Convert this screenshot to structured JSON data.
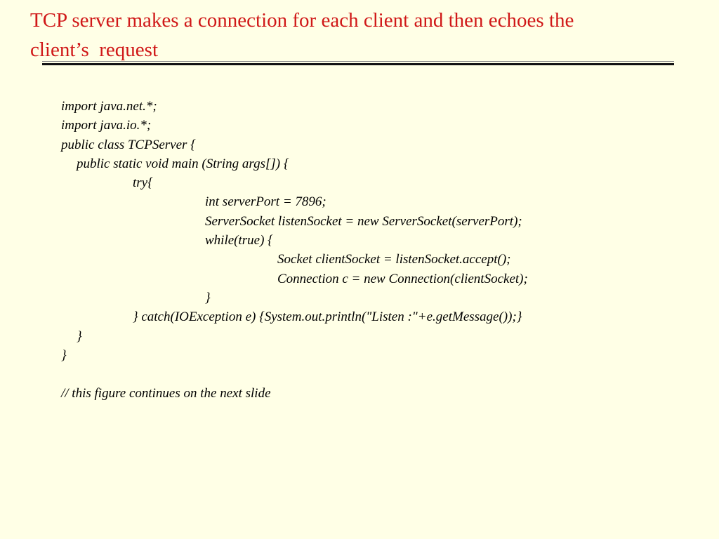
{
  "slide": {
    "title_lines": [
      "TCP server makes a connection for each client and then echoes the",
      "client’s  request"
    ],
    "title_color": "#d01818",
    "background_color": "#ffffe6",
    "code_lines": [
      "import java.net.*;",
      "import java.io.*;",
      "public class TCPServer {",
      "public static void main (String args[]) {",
      "try{",
      "int serverPort = 7896;",
      "ServerSocket listenSocket = new ServerSocket(serverPort);",
      "while(true) {",
      "Socket clientSocket = listenSocket.accept();",
      "Connection c = new Connection(clientSocket);",
      "}",
      "} catch(IOException e) {System.out.println(\"Listen :\"+e.getMessage());}",
      "}",
      "}",
      "",
      "// this figure continues on the next slide"
    ]
  }
}
